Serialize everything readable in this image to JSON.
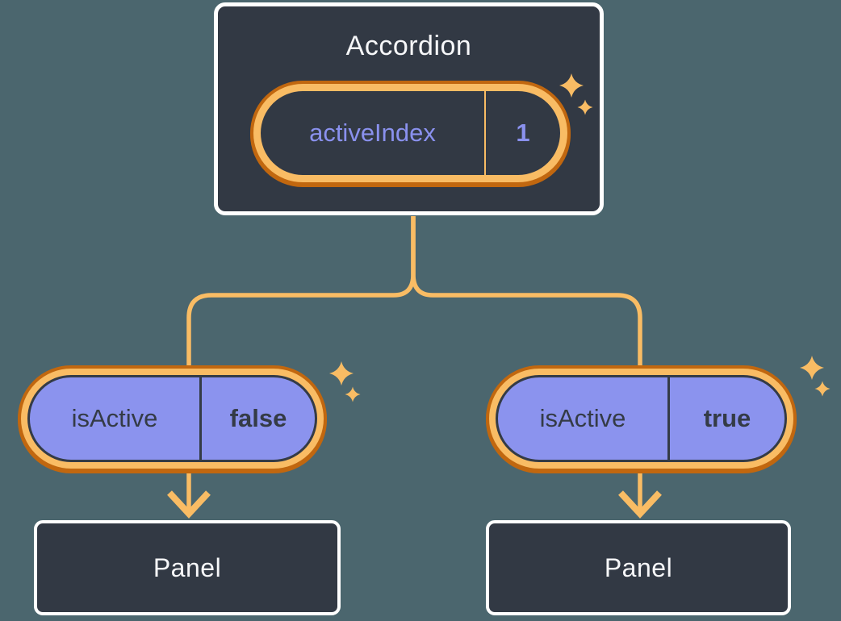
{
  "colors": {
    "bg": "#4B666E",
    "card": "#323944",
    "card_border": "#FFFFFF",
    "text_light": "#F6F7F9",
    "purple": "#8B93EE",
    "purple_text": "#8A91EE",
    "orange_light": "#F9BC64",
    "orange_dark": "#C1670F",
    "ink": "#343B46"
  },
  "accordion": {
    "title": "Accordion",
    "state": {
      "name": "activeIndex",
      "value": "1"
    }
  },
  "children": {
    "left": {
      "prop": {
        "name": "isActive",
        "value": "false"
      },
      "panel_label": "Panel"
    },
    "right": {
      "prop": {
        "name": "isActive",
        "value": "true"
      },
      "panel_label": "Panel"
    }
  }
}
